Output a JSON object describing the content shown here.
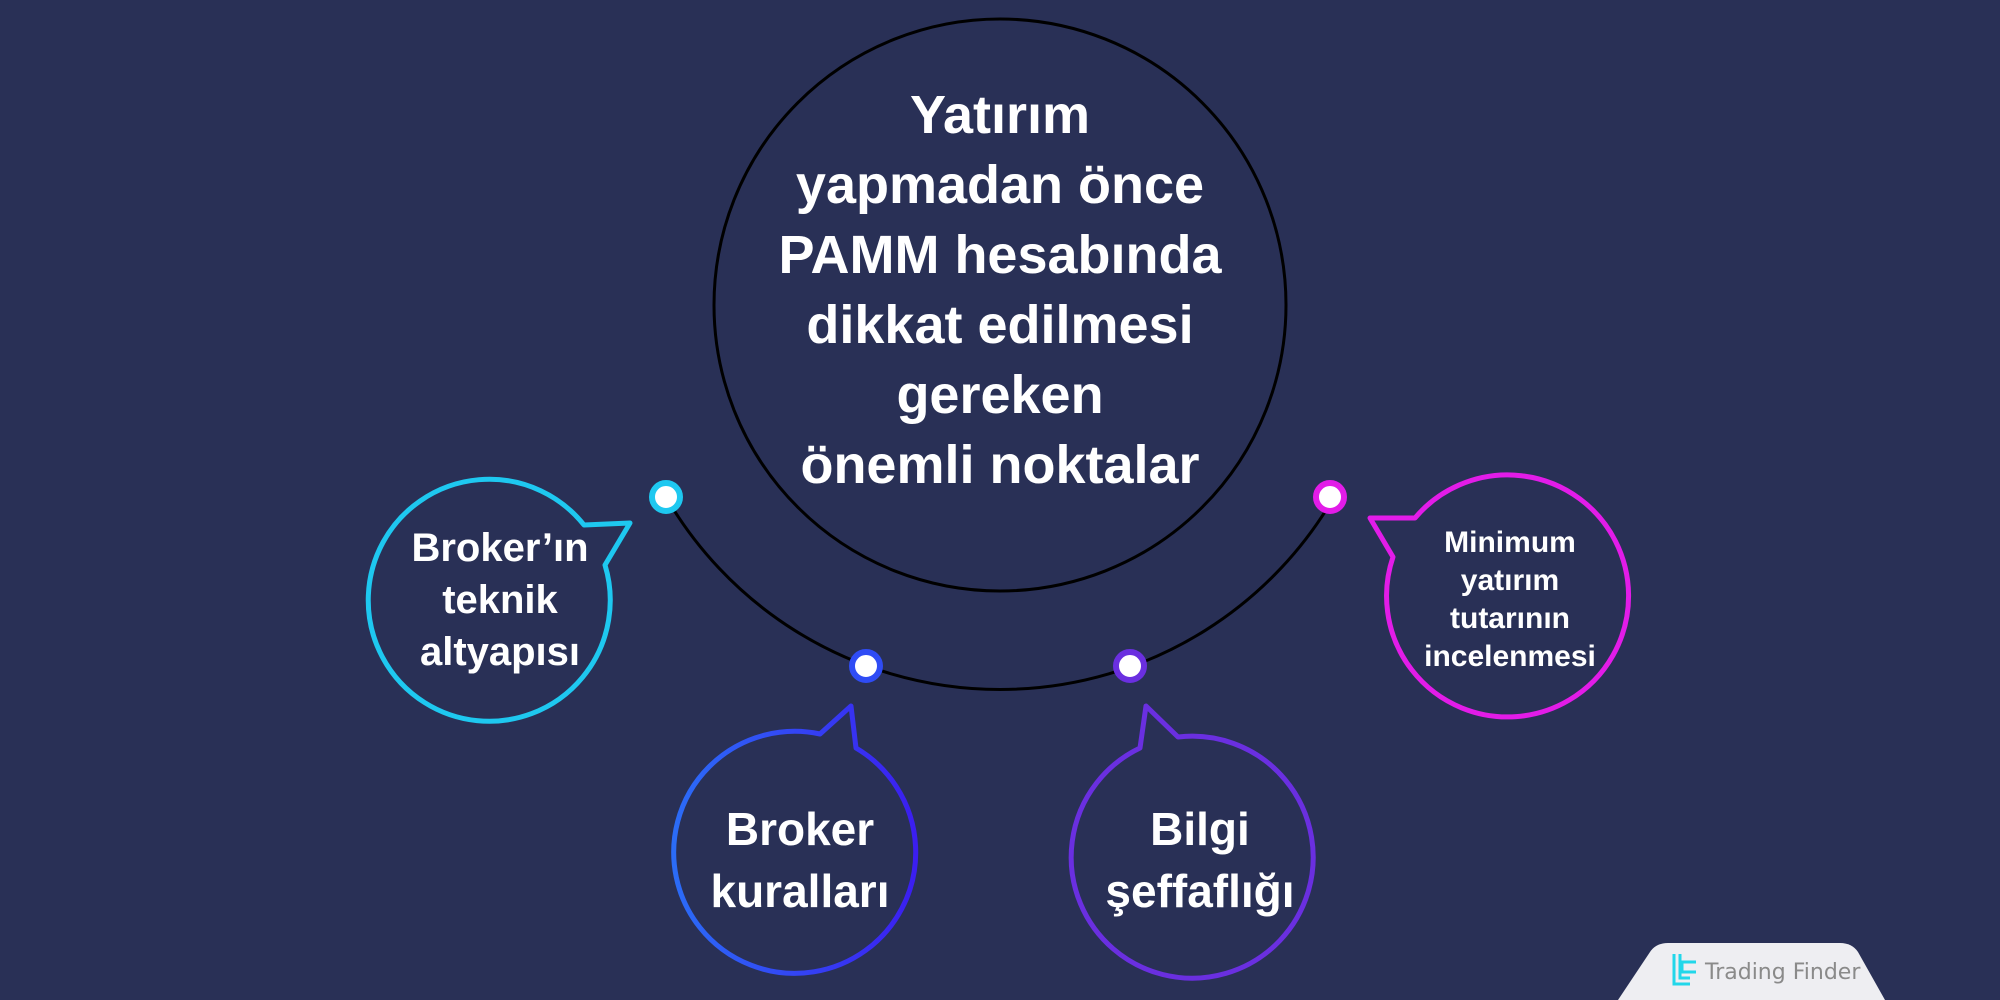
{
  "center": {
    "title_lines": [
      "Yatırım",
      "yapmadan önce",
      "PAMM hesabında",
      "dikkat edilmesi",
      "gereken",
      "önemli noktalar"
    ]
  },
  "bubbles": [
    {
      "lines": [
        "Broker’ın",
        "teknik",
        "altyapısı"
      ],
      "color": "#1ec8f0"
    },
    {
      "lines": [
        "Broker",
        "kuralları"
      ],
      "color": "#2f4cf5"
    },
    {
      "lines": [
        "Bilgi",
        "şeffaflığı"
      ],
      "color": "#6a2fe0"
    },
    {
      "lines": [
        "Minimum",
        "yatırım",
        "tutarının",
        "incelenmesi"
      ],
      "color": "#e21ce8"
    }
  ],
  "logo": {
    "text": "Trading Finder",
    "icon_color": "#22d7ea"
  },
  "colors": {
    "background": "#293056",
    "arc": "#000000",
    "dot_fill": "#ffffff"
  }
}
